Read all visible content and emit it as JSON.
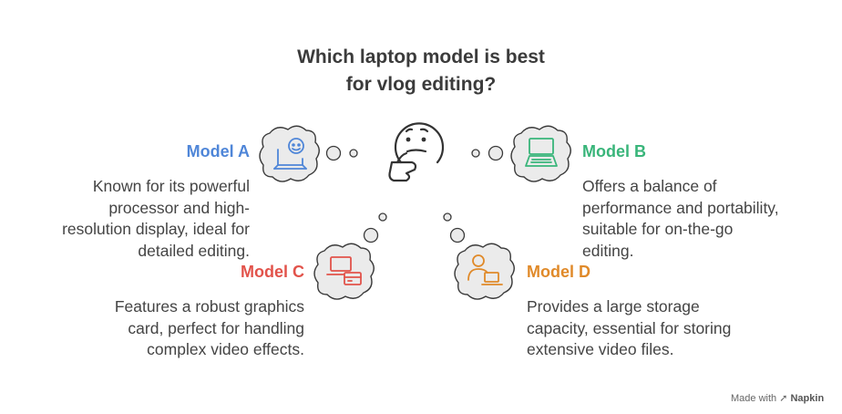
{
  "title": {
    "line1": "Which laptop model is best",
    "line2": "for vlog editing?"
  },
  "colors": {
    "model_a": "#4f86d8",
    "model_b": "#39b57a",
    "model_c": "#e2534b",
    "model_d": "#e08a2a",
    "cloud_fill": "#ebebeb",
    "cloud_stroke": "#3a3a3a"
  },
  "models": {
    "a": {
      "name": "Model A",
      "icon": "laptop-chat-icon",
      "lines": [
        "Known for its powerful",
        "processor and high-",
        "resolution display, ideal for",
        "detailed editing."
      ]
    },
    "b": {
      "name": "Model B",
      "icon": "laptop-keyboard-icon",
      "lines": [
        "Offers a balance of",
        "performance and portability,",
        "suitable for on-the-go",
        "editing."
      ]
    },
    "c": {
      "name": "Model C",
      "icon": "laptop-card-icon",
      "lines": [
        "Features a robust graphics",
        "card, perfect for handling",
        "complex video effects."
      ]
    },
    "d": {
      "name": "Model D",
      "icon": "person-laptop-icon",
      "lines": [
        "Provides a large storage",
        "capacity, essential for storing",
        "extensive video files."
      ]
    }
  },
  "center_icon": "thinking-face-icon",
  "footer": {
    "made_with": "Made with",
    "brand": "Napkin"
  }
}
